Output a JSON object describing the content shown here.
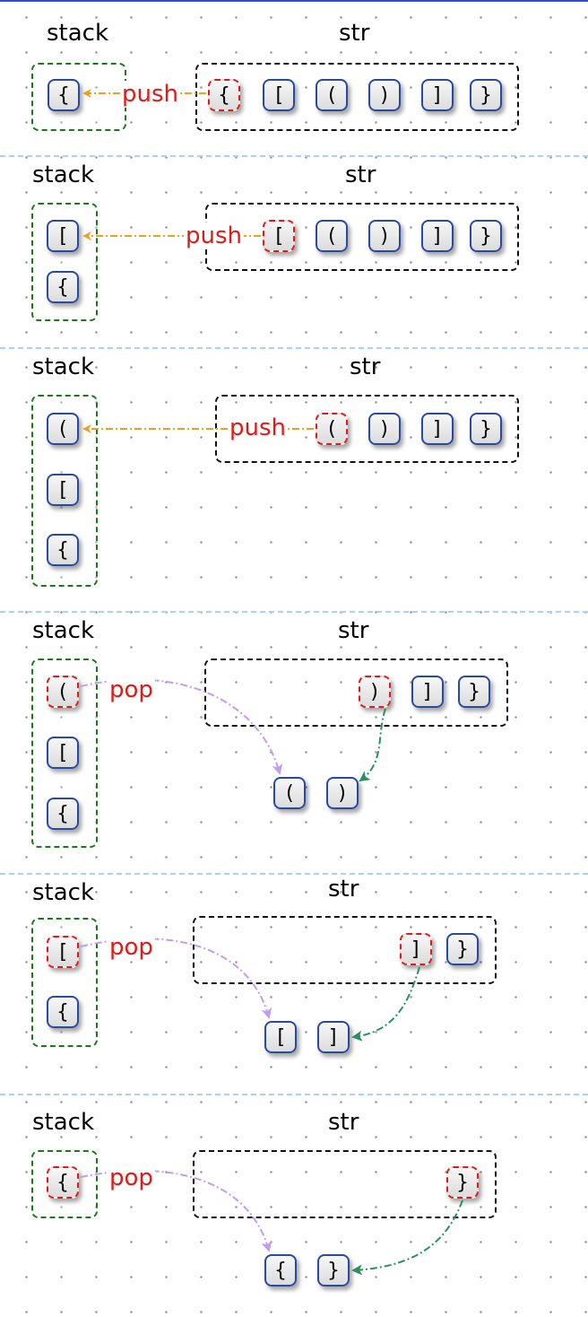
{
  "labels": {
    "stack": "stack",
    "str": "str",
    "push": "push",
    "pop": "pop"
  },
  "colors": {
    "push_arrow": "#f0a020",
    "pop_arrow_to_result": "#c49cf0",
    "match_arrow": "#2a9060",
    "active_border": "#e01a1a",
    "cell_border": "#2a4aa0",
    "stack_border": "#1a7a1a"
  },
  "steps": [
    {
      "operation": "push",
      "stack": [
        "{"
      ],
      "str": [
        "{",
        "[",
        "(",
        ")",
        "]",
        "}"
      ],
      "matched": []
    },
    {
      "operation": "push",
      "stack": [
        "[",
        "{"
      ],
      "str": [
        "[",
        "(",
        ")",
        "]",
        "}"
      ],
      "matched": []
    },
    {
      "operation": "push",
      "stack": [
        "(",
        "[",
        "{"
      ],
      "str": [
        "(",
        ")",
        "]",
        "}"
      ],
      "matched": []
    },
    {
      "operation": "pop",
      "stack": [
        "(",
        "[",
        "{"
      ],
      "str": [
        ")",
        "]",
        "}"
      ],
      "matched": [
        "(",
        ")"
      ]
    },
    {
      "operation": "pop",
      "stack": [
        "[",
        "{"
      ],
      "str": [
        "]",
        "}"
      ],
      "matched": [
        "[",
        "]"
      ]
    },
    {
      "operation": "pop",
      "stack": [
        "{"
      ],
      "str": [
        "}"
      ],
      "matched": [
        "{",
        "}"
      ]
    }
  ]
}
